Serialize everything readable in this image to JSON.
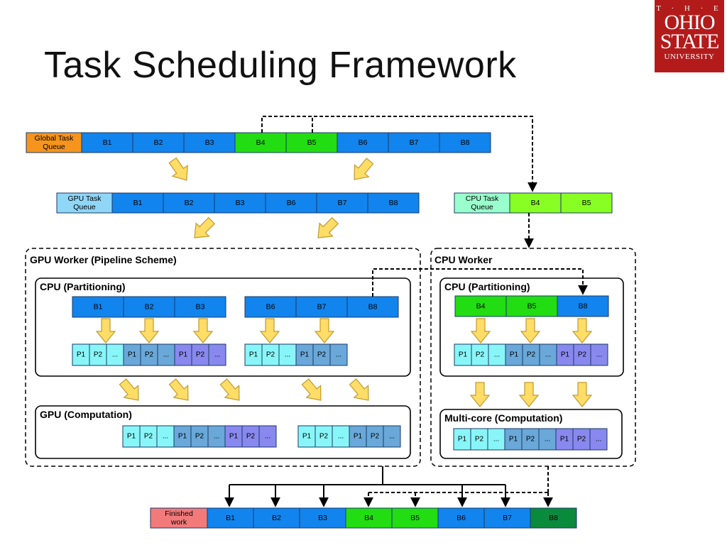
{
  "title": "Task Scheduling Framework",
  "logo": {
    "the": "T · H · E",
    "ohio": "OHIO",
    "state": "STATE",
    "university": "UNIVERSITY"
  },
  "colors": {
    "blue": "#1184ee",
    "green": "#22dd11",
    "dark_green": "#0a8a3c",
    "lime": "#88ff22",
    "orange": "#f7941d",
    "light_blue": "#8fd6f7",
    "pale_green": "#99ffcc",
    "pink": "#f27a7a",
    "p_cyan": "#88f6f8",
    "p_steel": "#69a8d8",
    "p_violet": "#8888ee",
    "arrow_fill": "#ffdd66",
    "arrow_stroke": "#c09a30"
  },
  "global_queue": {
    "label_lines": [
      "Global Task",
      "Queue"
    ],
    "blocks": [
      "B1",
      "B2",
      "B3",
      "B4",
      "B5",
      "B6",
      "B7",
      "B8"
    ]
  },
  "gpu_queue": {
    "label_lines": [
      "GPU Task",
      "Queue"
    ],
    "blocks": [
      "B1",
      "B2",
      "B3",
      "B6",
      "B7",
      "B8"
    ]
  },
  "cpu_queue": {
    "label_lines": [
      "CPU Task",
      "Queue"
    ],
    "blocks": [
      "B4",
      "B5"
    ]
  },
  "gpu_worker": {
    "title": "GPU Worker (Pipeline Scheme)",
    "partition_title": "CPU (Partitioning)",
    "compute_title": "GPU (Computation)",
    "blocks_a": [
      "B1",
      "B2",
      "B3"
    ],
    "blocks_b": [
      "B6",
      "B7",
      "B8"
    ]
  },
  "cpu_worker": {
    "title": "CPU Worker",
    "partition_title": "CPU (Partitioning)",
    "compute_title": "Multi-core (Computation)",
    "blocks": [
      "B4",
      "B5",
      "B8"
    ]
  },
  "partition_labels": [
    "P1",
    "P2",
    "..."
  ],
  "finished": {
    "label_lines": [
      "Finished",
      "work"
    ],
    "blocks": [
      "B1",
      "B2",
      "B3",
      "B4",
      "B5",
      "B6",
      "B7",
      "B8"
    ]
  }
}
